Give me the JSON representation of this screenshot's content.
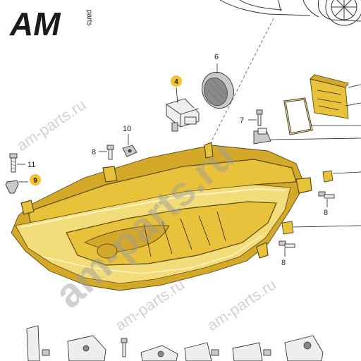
{
  "logo": {
    "letters": "AM",
    "suffix": "parts",
    "colors": {
      "A": "#1a1a1a",
      "M": "#1a1a1a",
      "accent": "#2f6fb5"
    }
  },
  "watermarks": [
    "am-parts.ru",
    "am-parts.ru",
    "am-parts.ru",
    "am-parts.ru"
  ],
  "callouts": [
    {
      "label": "6",
      "highlight": false
    },
    {
      "label": "4",
      "highlight": true
    },
    {
      "label": "7",
      "highlight": false
    },
    {
      "label": "10",
      "highlight": false
    },
    {
      "label": "8",
      "highlight": false
    },
    {
      "label": "11",
      "highlight": false
    },
    {
      "label": "9",
      "highlight": true
    },
    {
      "label": "8",
      "highlight": false
    },
    {
      "label": "8",
      "highlight": false
    }
  ],
  "colors": {
    "highlight_badge": "#f2c230",
    "housing": "#e8c23a",
    "lines": "#222222"
  }
}
